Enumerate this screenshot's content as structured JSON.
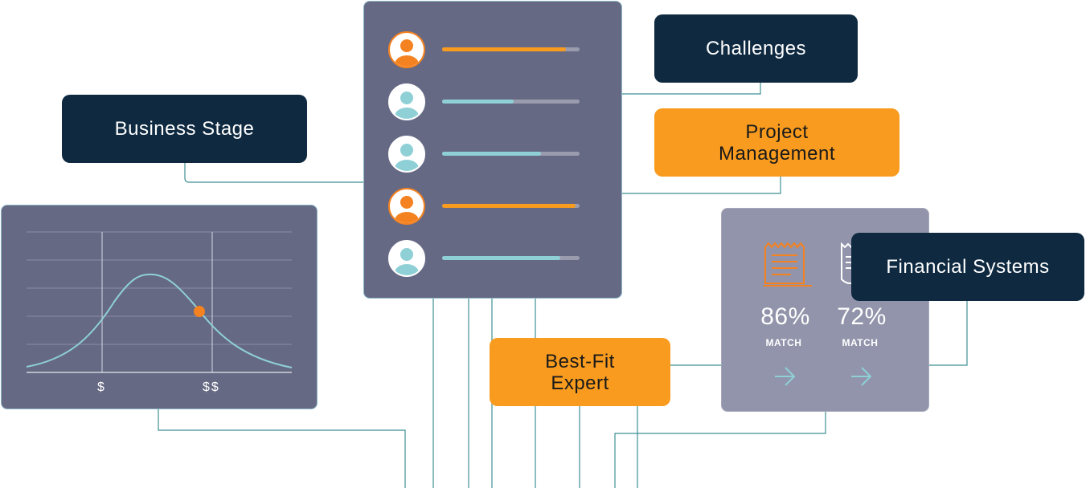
{
  "labels": {
    "challenges": "Challenges",
    "business_stage": "Business Stage",
    "project_management_line1": "Project",
    "project_management_line2": "Management",
    "financial_systems": "Financial Systems",
    "best_fit_line1": "Best-Fit",
    "best_fit_line2": "Expert"
  },
  "expert_list": [
    {
      "avatar": "person-icon",
      "highlight": true,
      "match": 0.9
    },
    {
      "avatar": "person-icon",
      "highlight": false,
      "match": 0.52
    },
    {
      "avatar": "person-icon",
      "highlight": false,
      "match": 0.72
    },
    {
      "avatar": "person-icon",
      "highlight": true,
      "match": 0.97
    },
    {
      "avatar": "person-icon",
      "highlight": false,
      "match": 0.86
    }
  ],
  "distribution_chart": {
    "x_tick_1": "$",
    "x_tick_2": "$$"
  },
  "match_card": {
    "items": [
      {
        "percent": "86%",
        "label": "MATCH",
        "icon": "document-icon",
        "action_icon": "arrow-right-icon"
      },
      {
        "percent": "72%",
        "label": "MATCH",
        "icon": "receipt-icon",
        "action_icon": "arrow-right-icon"
      }
    ]
  },
  "colors": {
    "navy": "#0e2940",
    "orange": "#f89b1e",
    "teal": "#8ed0d6",
    "panel": "#666984",
    "line": "#3f8f93"
  }
}
